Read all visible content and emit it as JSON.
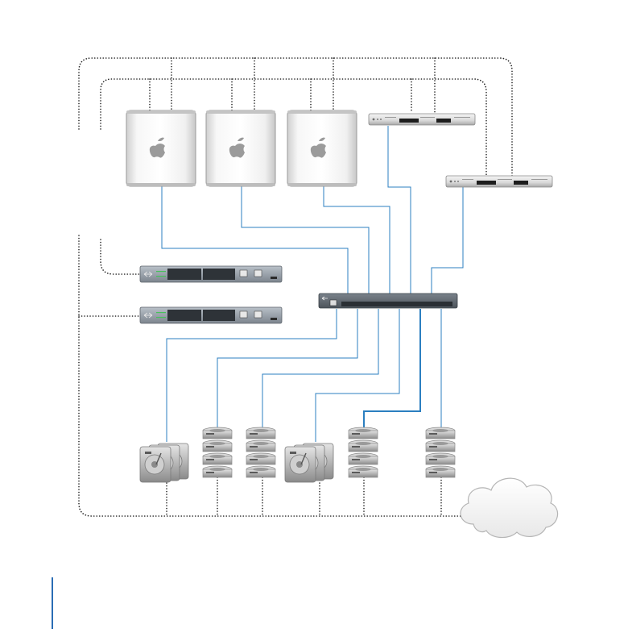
{
  "diagram": {
    "nodes": [
      {
        "id": "mac-pro-1",
        "kind": "workstation",
        "icon": "mac-pro-icon"
      },
      {
        "id": "mac-pro-2",
        "kind": "workstation",
        "icon": "mac-pro-icon"
      },
      {
        "id": "mac-pro-3",
        "kind": "workstation",
        "icon": "mac-pro-icon"
      },
      {
        "id": "xserve-1",
        "kind": "rack-server",
        "icon": "xserve-icon"
      },
      {
        "id": "xserve-2",
        "kind": "rack-server",
        "icon": "xserve-icon"
      },
      {
        "id": "fc-switch-1",
        "kind": "fibre-channel-switch",
        "icon": "fc-switch-icon"
      },
      {
        "id": "fc-switch-2",
        "kind": "fibre-channel-switch",
        "icon": "fc-switch-icon"
      },
      {
        "id": "ethernet-switch",
        "kind": "ethernet-switch",
        "icon": "ethernet-switch-icon"
      },
      {
        "id": "raid-1",
        "kind": "raid-array",
        "icon": "raid-array-icon"
      },
      {
        "id": "stack-1",
        "kind": "storage-stack",
        "icon": "storage-stack-icon"
      },
      {
        "id": "stack-2",
        "kind": "storage-stack",
        "icon": "storage-stack-icon"
      },
      {
        "id": "raid-2",
        "kind": "raid-array",
        "icon": "raid-array-icon"
      },
      {
        "id": "stack-3",
        "kind": "storage-stack",
        "icon": "storage-stack-icon"
      },
      {
        "id": "stack-4",
        "kind": "storage-stack",
        "icon": "storage-stack-icon"
      },
      {
        "id": "cloud",
        "kind": "network",
        "icon": "cloud-icon"
      }
    ],
    "legend": {
      "ethernet_color": "#2b7fc0",
      "fibre_channel_style": "dotted",
      "fibre_channel_color": "#222222"
    }
  }
}
